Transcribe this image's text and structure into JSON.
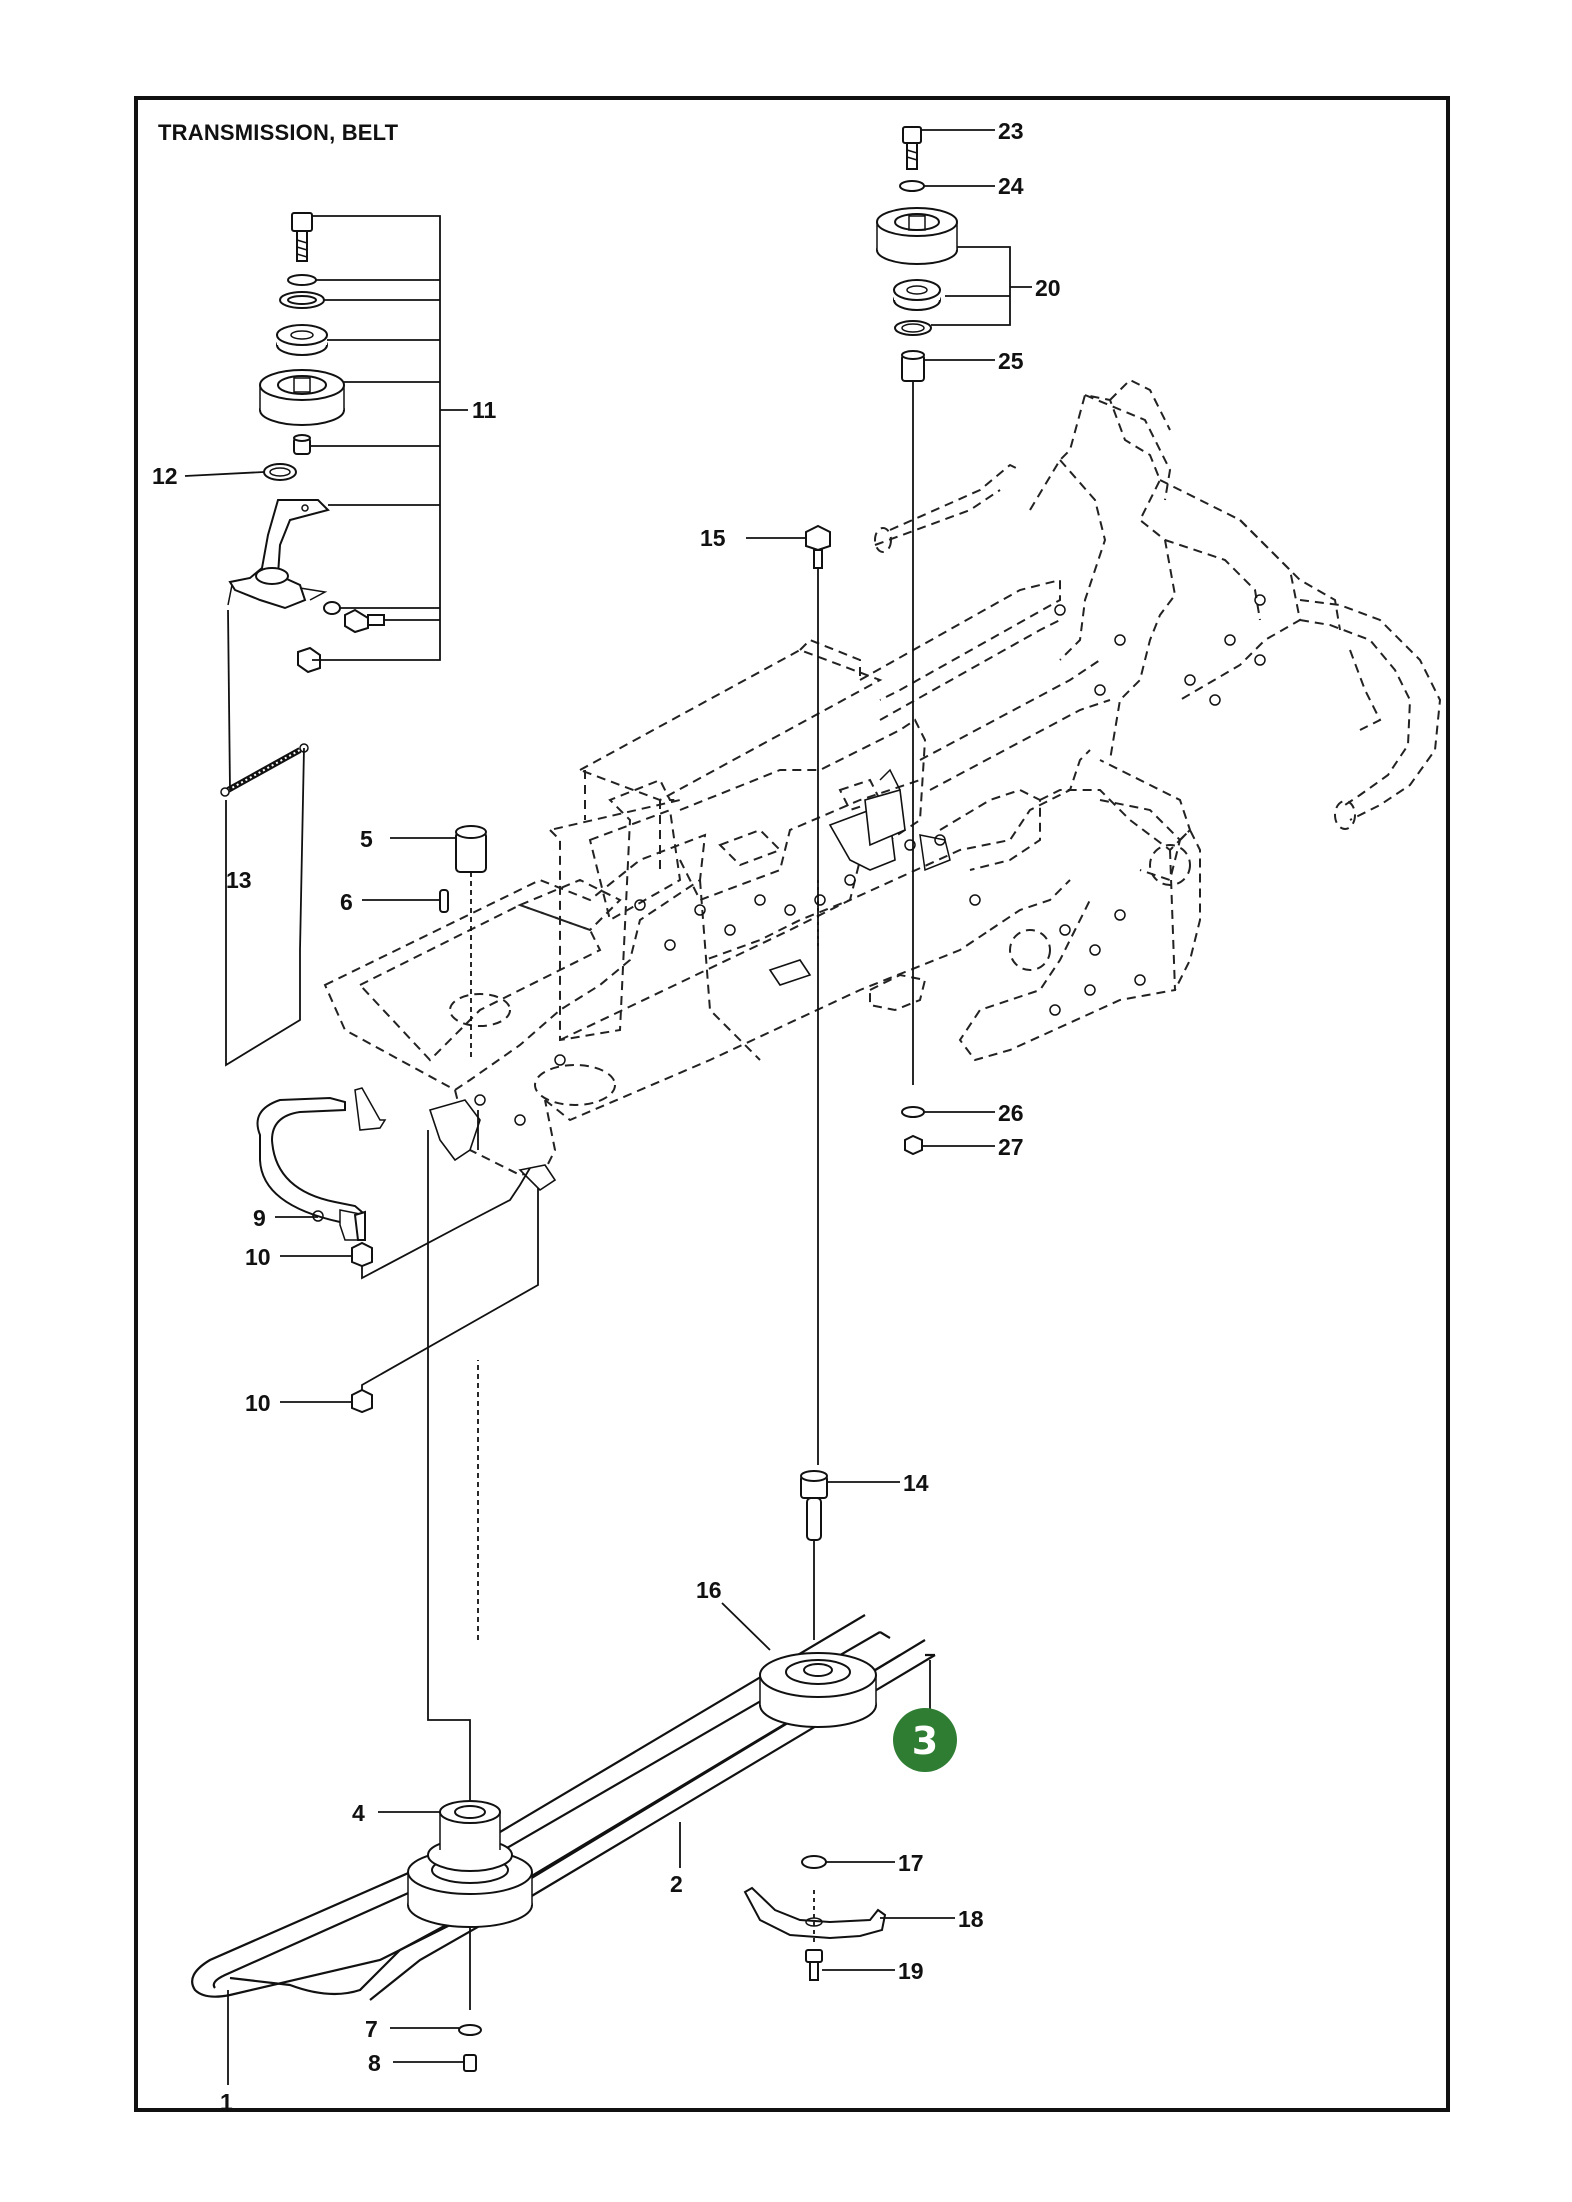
{
  "page": {
    "title": "TRANSMISSION, BELT",
    "section_badge": {
      "text": "3",
      "color": "#2e7d32"
    }
  },
  "labels": [
    {
      "id": "23",
      "text": "23"
    },
    {
      "id": "24",
      "text": "24"
    },
    {
      "id": "20",
      "text": "20"
    },
    {
      "id": "25",
      "text": "25"
    },
    {
      "id": "11",
      "text": "11"
    },
    {
      "id": "12",
      "text": "12"
    },
    {
      "id": "15",
      "text": "15"
    },
    {
      "id": "13",
      "text": "13"
    },
    {
      "id": "5",
      "text": "5"
    },
    {
      "id": "6",
      "text": "6"
    },
    {
      "id": "26",
      "text": "26"
    },
    {
      "id": "27",
      "text": "27"
    },
    {
      "id": "9",
      "text": "9"
    },
    {
      "id": "10a",
      "text": "10"
    },
    {
      "id": "10b",
      "text": "10"
    },
    {
      "id": "14",
      "text": "14"
    },
    {
      "id": "16",
      "text": "16"
    },
    {
      "id": "4",
      "text": "4"
    },
    {
      "id": "17",
      "text": "17"
    },
    {
      "id": "18",
      "text": "18"
    },
    {
      "id": "2",
      "text": "2"
    },
    {
      "id": "19",
      "text": "19"
    },
    {
      "id": "7",
      "text": "7"
    },
    {
      "id": "8",
      "text": "8"
    },
    {
      "id": "1",
      "text": "1"
    }
  ]
}
